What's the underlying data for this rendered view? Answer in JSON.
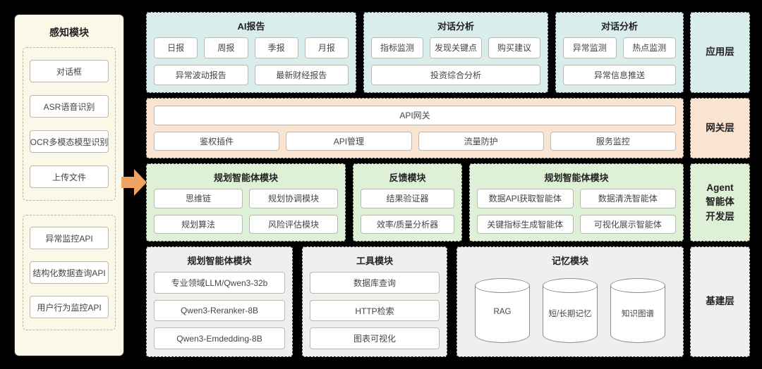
{
  "perception": {
    "title": "感知模块",
    "group1": {
      "items": [
        "对话框",
        "ASR语音识别",
        "OCR多模态模型识别",
        "上传文件"
      ]
    },
    "group2": {
      "items": [
        "异常监控API",
        "结构化数据查询API",
        "用户行为监控API"
      ]
    }
  },
  "app_layer": {
    "sections": [
      {
        "title": "AI报告",
        "row1": [
          "日报",
          "周报",
          "季报",
          "月报"
        ],
        "row2": [
          "异常波动报告",
          "最新财经报告"
        ]
      },
      {
        "title": "对话分析",
        "row1": [
          "指标监测",
          "发现关键点",
          "购买建议"
        ],
        "row2": [
          "投资综合分析"
        ]
      },
      {
        "title": "对话分析",
        "row1": [
          "异常监测",
          "热点监测"
        ],
        "row2": [
          "异常信息推送"
        ]
      }
    ]
  },
  "gateway_layer": {
    "gateway": "API网关",
    "plugins": [
      "鉴权插件",
      "API管理",
      "流量防护",
      "服务监控"
    ]
  },
  "agent_layer": {
    "sections": [
      {
        "title": "规划智能体模块",
        "row1": [
          "思维链",
          "规划协调模块"
        ],
        "row2": [
          "规划算法",
          "风险评估模块"
        ]
      },
      {
        "title": "反馈模块",
        "row1": [
          "结果验证器"
        ],
        "row2": [
          "效率/质量分析器"
        ]
      },
      {
        "title": "规划智能体模块",
        "row1": [
          "数据API获取智能体",
          "数据清洗智能体"
        ],
        "row2": [
          "关键指标生成智能体",
          "可视化展示智能体"
        ]
      }
    ]
  },
  "infra_layer": {
    "sections": [
      {
        "title": "规划智能体模块",
        "items": [
          "专业领域LLM/Qwen3-32b",
          "Qwen3-Reranker-8B",
          "Qwen3-Emdedding-8B"
        ]
      },
      {
        "title": "工具模块",
        "items": [
          "数据库查询",
          "HTTP检索",
          "图表可视化"
        ]
      },
      {
        "title": "记忆模块",
        "cylinders": [
          "RAG",
          "短/长期记忆",
          "知识图谱"
        ]
      }
    ]
  },
  "layer_labels": [
    {
      "label": "应用层",
      "color": "#d9edec"
    },
    {
      "label": "网关层",
      "color": "#f9e4d1"
    },
    {
      "label": "Agent智能体开发层",
      "color": "#def0d6"
    },
    {
      "label": "基建层",
      "color": "#efefee"
    }
  ],
  "colors": {
    "background": "#000000",
    "perception_panel": "#fbf8e8",
    "app_layer": "#d9edec",
    "gateway_layer": "#f9e4d1",
    "agent_layer": "#def0d6",
    "infra_layer": "#efefee",
    "arrow": "#f0a262",
    "box_fill": "#ffffff",
    "box_border": "#b9b9b2",
    "section_border": "#3c3c3c"
  }
}
